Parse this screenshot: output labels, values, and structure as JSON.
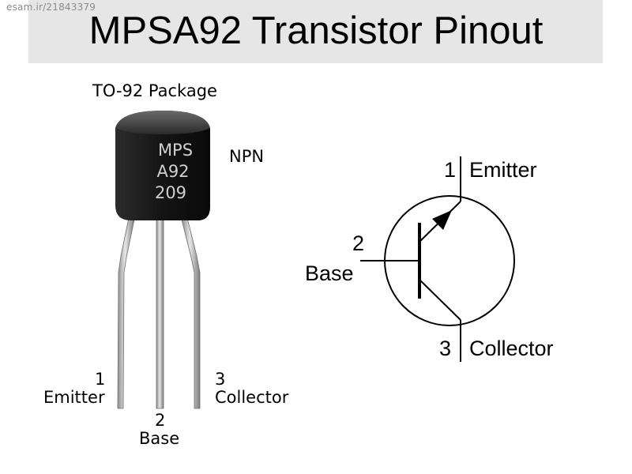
{
  "watermark": "esam.ir/21843379",
  "title": "MPSA92 Transistor Pinout",
  "package": {
    "label": "TO-92 Package",
    "marking": [
      "MPS",
      "A92",
      "209"
    ],
    "type": "NPN"
  },
  "package_pins": [
    {
      "number": "1",
      "name": "Emitter"
    },
    {
      "number": "2",
      "name": "Base"
    },
    {
      "number": "3",
      "name": "Collector"
    }
  ],
  "symbol_pins": [
    {
      "number": "1",
      "name": "Emitter"
    },
    {
      "number": "2",
      "name": "Base"
    },
    {
      "number": "3",
      "name": "Collector"
    }
  ],
  "colors": {
    "title_band": "#e6e6e6",
    "package_body": "#1c1c1c",
    "lead_metal": "#c7c7c7",
    "ink": "#000000"
  }
}
